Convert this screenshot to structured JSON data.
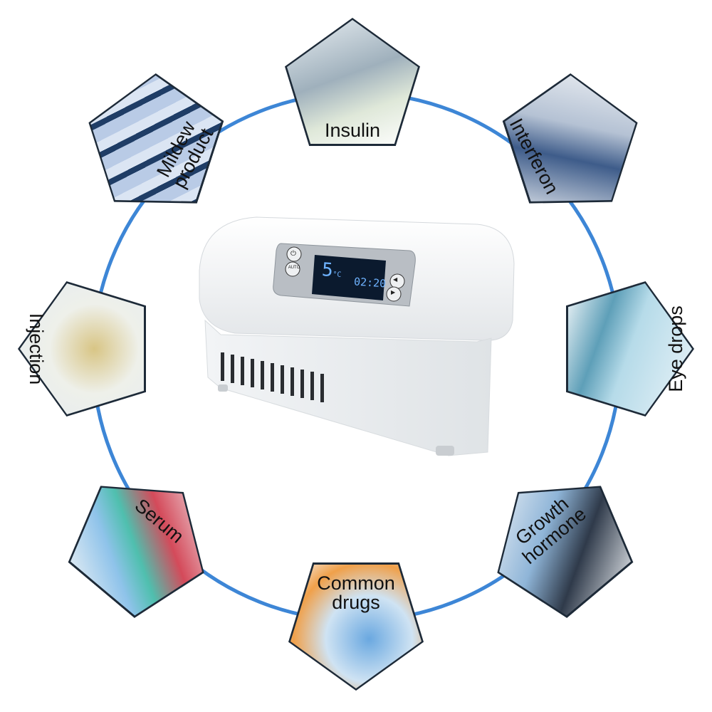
{
  "labels": {
    "insulin": "Insulin",
    "interferon": "Interferon",
    "eye_drops": "Eye drops",
    "growth_hormone_1": "Growth",
    "growth_hormone_2": "hormone",
    "common_drugs_1": "Common",
    "common_drugs_2": "drugs",
    "serum": "Serum",
    "injection": "Injection",
    "mildew_1": "Mildew",
    "mildew_2": "product"
  },
  "device": {
    "temperature": "5",
    "unit": "°C",
    "time": "02:20",
    "auto_label": "AUTO"
  },
  "colors": {
    "ring": "#3d86d6",
    "lcd": "#0b1a2e",
    "lcd_text": "#6fb3ff"
  }
}
